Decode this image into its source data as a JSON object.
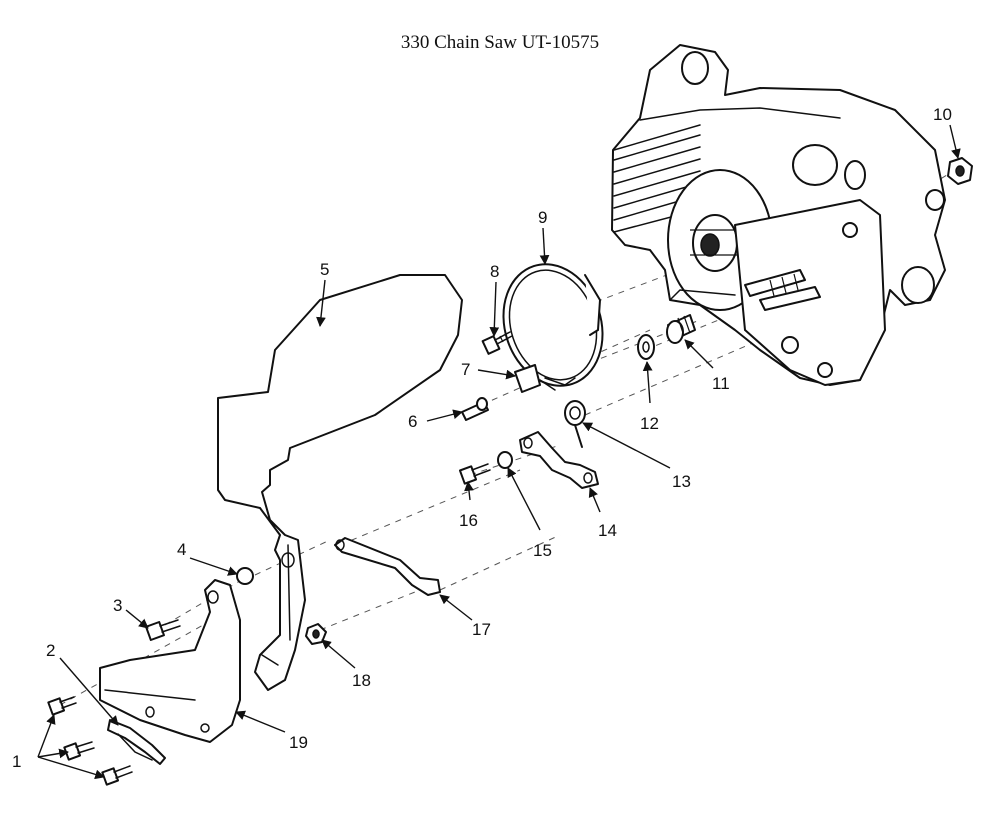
{
  "title": "330 Chain Saw UT-10575",
  "callouts": [
    "1",
    "2",
    "3",
    "4",
    "5",
    "6",
    "7",
    "8",
    "9",
    "10",
    "11",
    "12",
    "13",
    "14",
    "15",
    "16",
    "17",
    "18",
    "19"
  ]
}
